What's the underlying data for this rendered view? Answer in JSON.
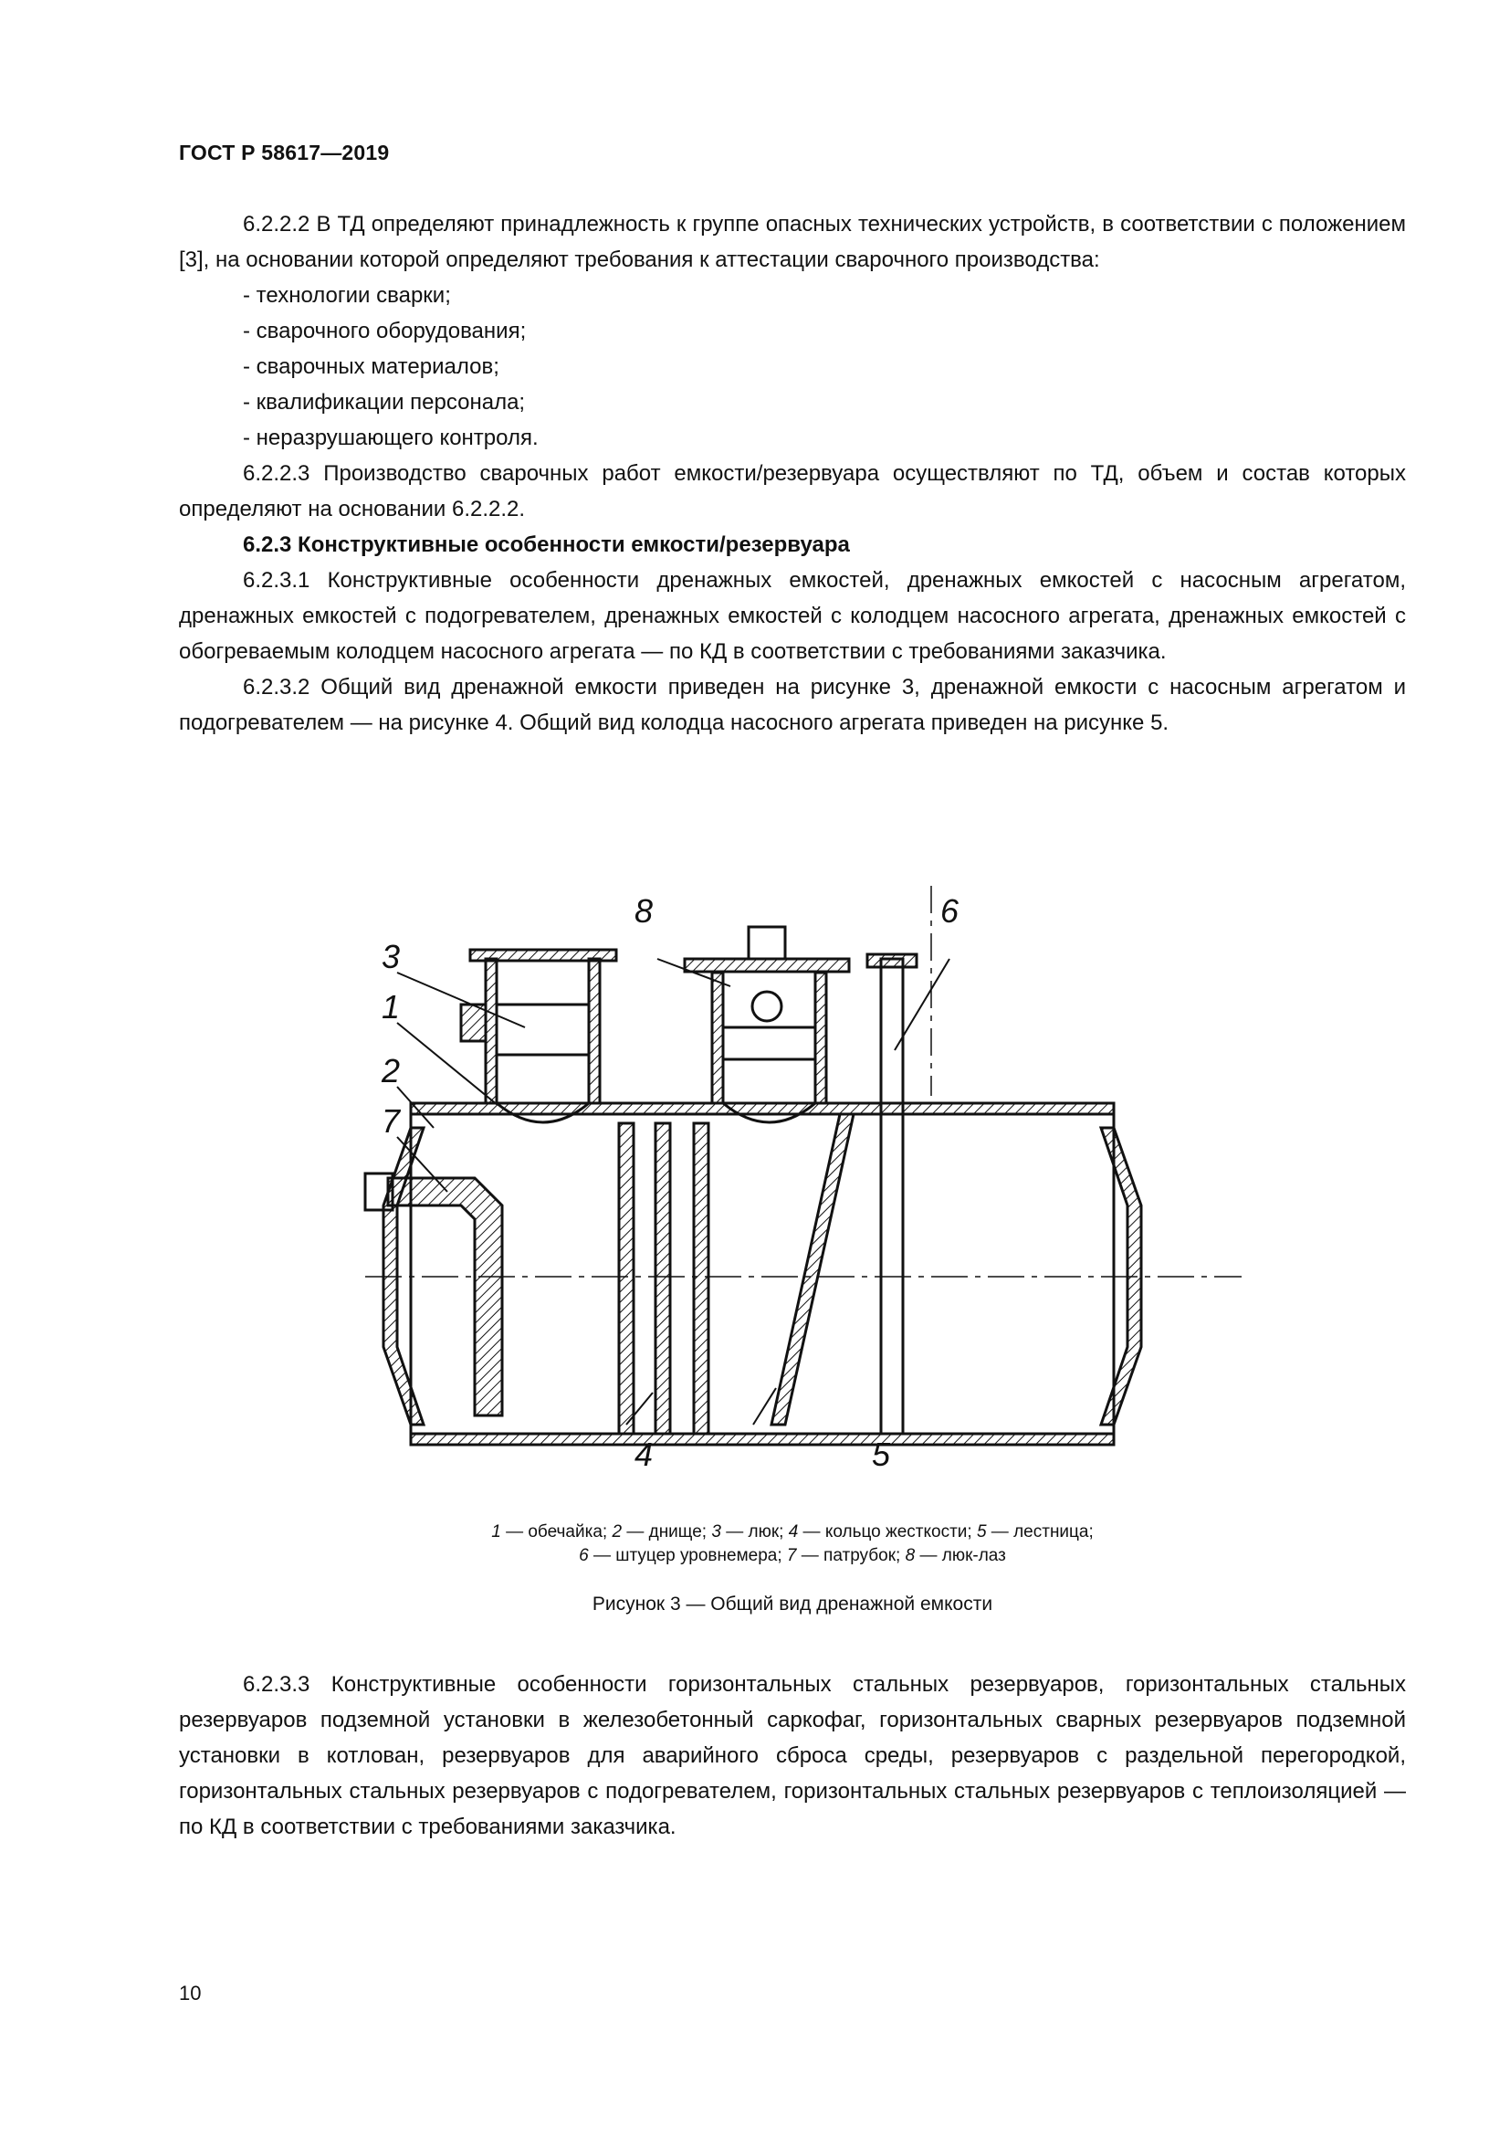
{
  "header": {
    "title": "ГОСТ Р 58617—2019"
  },
  "body_top": {
    "p1": "6.2.2.2 В ТД определяют принадлежность к группе опасных технических устройств, в соответствии с положением [3], на основании которой определяют требования к аттестации сварочного производства:",
    "list": [
      "- технологии сварки;",
      "- сварочного оборудования;",
      "- сварочных материалов;",
      "- квалификации персонала;",
      "- неразрушающего контроля."
    ],
    "p2": "6.2.2.3 Производство сварочных работ емкости/резервуара осуществляют по ТД, объем и состав которых определяют на основании 6.2.2.2.",
    "heading": "6.2.3 Конструктивные особенности емкости/резервуара",
    "p3": "6.2.3.1 Конструктивные особенности дренажных емкостей, дренажных емкостей с насосным агрегатом, дренажных емкостей с подогревателем, дренажных емкостей с колодцем насосного агрегата, дренажных емкостей с обогреваемым колодцем насосного агрегата — по КД в соответствии с требованиями заказчика.",
    "p4": "6.2.3.2 Общий вид дренажной емкости приведен на рисунке 3, дренажной емкости с насосным агрегатом и подогревателем — на рисунке 4. Общий вид колодца насосного агрегата приведен на рисунке 5."
  },
  "figure": {
    "labels": [
      "1",
      "2",
      "3",
      "4",
      "5",
      "6",
      "7",
      "8"
    ],
    "legend": [
      {
        "num": "1",
        "text": " — обечайка; "
      },
      {
        "num": "2",
        "text": " — днище; "
      },
      {
        "num": "3",
        "text": " — люк; "
      },
      {
        "num": "4",
        "text": " — кольцо жесткости; "
      },
      {
        "num": "5",
        "text": " — лестница;"
      },
      {
        "num": "6",
        "text": " — штуцер уровнемера; "
      },
      {
        "num": "7",
        "text": " — патрубок; "
      },
      {
        "num": "8",
        "text": " — люк-лаз"
      }
    ],
    "caption": "Рисунок 3 — Общий вид дренажной емкости"
  },
  "body_bottom": {
    "p5": "6.2.3.3 Конструктивные особенности горизонтальных стальных резервуаров, горизонтальных стальных резервуаров подземной установки в железобетонный саркофаг, горизонтальных сварных резервуаров подземной установки в котлован, резервуаров для аварийного сброса среды, резервуаров с раздельной перегородкой, горизонтальных стальных резервуаров с подогревателем, горизонтальных стальных резервуаров с теплоизоляцией — по КД в соответствии с требованиями заказчика."
  },
  "footer": {
    "page_number": "10"
  }
}
